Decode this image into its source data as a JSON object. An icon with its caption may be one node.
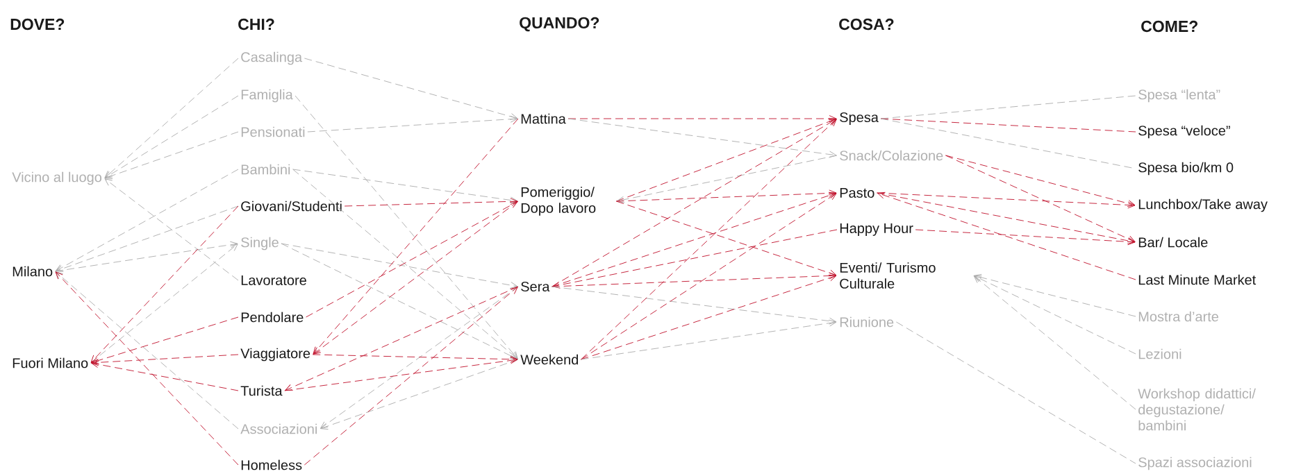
{
  "diagram": {
    "nodes": [
      {
        "text": [
          "Vicino al luogo"
        ]
      },
      {
        "text": [
          "Milano"
        ]
      },
      {
        "text": [
          "Fuori Milano"
        ]
      },
      {
        "text": [
          "Casalinga"
        ]
      },
      {
        "text": [
          "Famiglia"
        ]
      },
      {
        "text": [
          "Pensionati"
        ]
      },
      {
        "text": [
          "Bambini"
        ]
      },
      {
        "text": [
          "Giovani/Studenti"
        ]
      },
      {
        "text": [
          "Single"
        ]
      },
      {
        "text": [
          "Lavoratore"
        ]
      },
      {
        "text": [
          "Pendolare"
        ]
      },
      {
        "text": [
          "Viaggiatore"
        ]
      },
      {
        "text": [
          "Turista"
        ]
      },
      {
        "text": [
          "Associazioni"
        ]
      },
      {
        "text": [
          "Homeless"
        ]
      },
      {
        "text": [
          "Mattina"
        ]
      },
      {
        "text": [
          "Pomeriggio/ Dopo lavoro"
        ]
      },
      {
        "text": [
          "Sera"
        ]
      },
      {
        "text": [
          "Weekend"
        ]
      },
      {
        "text": [
          "Spesa"
        ]
      },
      {
        "text": [
          "Snack/Colazione"
        ]
      },
      {
        "text": [
          "Pasto"
        ]
      },
      {
        "text": [
          "Happy Hour"
        ]
      },
      {
        "text": [
          "Eventi/ Turismo Culturale"
        ]
      },
      {
        "text": [
          "Riunione"
        ]
      },
      {
        "text": [
          "Spesa “lenta”"
        ]
      },
      {
        "text": [
          "Spesa “veloce”"
        ]
      },
      {
        "text": [
          "Spesa bio/km 0"
        ]
      },
      {
        "text": [
          "Lunchbox/Take away"
        ]
      },
      {
        "text": [
          "Bar/ Locale"
        ]
      },
      {
        "text": [
          "Last Minute Market"
        ]
      },
      {
        "text": [
          "Mostra d’arte"
        ]
      },
      {
        "text": [
          "Lezioni"
        ]
      },
      {
        "text": [
          "Workshop didattici/ degustazione/ bambini"
        ]
      },
      {
        "text": [
          "Spazi associazioni"
        ]
      }
    ],
    "edges": [
      {
        "from": 3,
        "to": 0,
        "arrow": "to",
        "color": "#aaaaaa"
      },
      {
        "from": 4,
        "to": 0,
        "arrow": "to",
        "color": "#aaaaaa"
      },
      {
        "from": 5,
        "to": 0,
        "arrow": "to",
        "color": "#aaaaaa"
      },
      {
        "from": 9,
        "to": 0,
        "arrow": "to",
        "color": "#aaaaaa"
      },
      {
        "from": 6,
        "to": 1,
        "arrow": "to",
        "color": "#aaaaaa"
      },
      {
        "from": 7,
        "to": 1,
        "arrow": "to",
        "color": "#aaaaaa"
      },
      {
        "from": 1,
        "to": 8,
        "arrow": "to",
        "color": "#aaaaaa"
      },
      {
        "from": 2,
        "to": 8,
        "arrow": "to",
        "color": "#aaaaaa"
      },
      {
        "from": 13,
        "to": 1,
        "arrow": "to",
        "color": "#aaaaaa"
      },
      {
        "from": 7,
        "to": 2,
        "arrow": "to"
      },
      {
        "from": 10,
        "to": 2,
        "arrow": "to"
      },
      {
        "from": 11,
        "to": 2,
        "arrow": "to"
      },
      {
        "from": 12,
        "to": 2,
        "arrow": "to"
      },
      {
        "from": 14,
        "to": 1,
        "arrow": "to"
      },
      {
        "from": 3,
        "to": 15,
        "arrow": "to",
        "color": "#aaaaaa"
      },
      {
        "from": 5,
        "to": 15,
        "arrow": "to",
        "color": "#aaaaaa"
      },
      {
        "from": 4,
        "to": 18,
        "arrow": "to",
        "color": "#aaaaaa"
      },
      {
        "from": 6,
        "to": 16,
        "arrow": "to",
        "color": "#aaaaaa"
      },
      {
        "from": 6,
        "to": 18,
        "arrow": "to",
        "color": "#aaaaaa"
      },
      {
        "from": 8,
        "to": 17,
        "arrow": "to",
        "color": "#aaaaaa"
      },
      {
        "from": 8,
        "to": 18,
        "arrow": "to",
        "color": "#aaaaaa"
      },
      {
        "from": 17,
        "to": 13,
        "arrow": "to",
        "color": "#aaaaaa"
      },
      {
        "from": 18,
        "to": 13,
        "arrow": "to",
        "color": "#aaaaaa"
      },
      {
        "from": 7,
        "to": 16,
        "arrow": "to"
      },
      {
        "from": 10,
        "to": 16,
        "arrow": "to"
      },
      {
        "from": 15,
        "to": 11,
        "arrow": "to"
      },
      {
        "from": 16,
        "to": 11,
        "arrow": "to"
      },
      {
        "from": 11,
        "to": 18,
        "arrow": "to"
      },
      {
        "from": 17,
        "to": 12,
        "arrow": "to"
      },
      {
        "from": 12,
        "to": 18,
        "arrow": "to"
      },
      {
        "from": 14,
        "to": 17,
        "arrow": "to"
      },
      {
        "from": 15,
        "to": 19,
        "arrow": "to"
      },
      {
        "from": 15,
        "to": 20,
        "arrow": "to",
        "color": "#aaaaaa"
      },
      {
        "from": 16,
        "to": 19,
        "arrow": "to"
      },
      {
        "from": 20,
        "to": 16,
        "arrow": "to",
        "color": "#aaaaaa"
      },
      {
        "from": 16,
        "to": 21,
        "arrow": "to"
      },
      {
        "from": 16,
        "to": 23,
        "arrow": "to"
      },
      {
        "from": 17,
        "to": 19,
        "arrow": "to"
      },
      {
        "from": 17,
        "to": 21,
        "arrow": "to"
      },
      {
        "from": 22,
        "to": 17,
        "arrow": "to"
      },
      {
        "from": 17,
        "to": 23,
        "arrow": "to"
      },
      {
        "from": 17,
        "to": 24,
        "arrow": "to",
        "color": "#aaaaaa"
      },
      {
        "from": 18,
        "to": 19,
        "arrow": "to"
      },
      {
        "from": 18,
        "to": 21,
        "arrow": "to"
      },
      {
        "from": 18,
        "to": 23,
        "arrow": "to"
      },
      {
        "from": 18,
        "to": 24,
        "arrow": "to",
        "color": "#aaaaaa"
      },
      {
        "from": 19,
        "to": 25,
        "arrow": "none",
        "color": "#aaaaaa"
      },
      {
        "from": 19,
        "to": 26,
        "arrow": "none"
      },
      {
        "from": 19,
        "to": 27,
        "arrow": "none",
        "color": "#aaaaaa"
      },
      {
        "from": 20,
        "to": 28,
        "arrow": "to"
      },
      {
        "from": 20,
        "to": 29,
        "arrow": "to"
      },
      {
        "from": 21,
        "to": 28,
        "arrow": "to"
      },
      {
        "from": 21,
        "to": 29,
        "arrow": "to"
      },
      {
        "from": 30,
        "to": 21,
        "arrow": "to"
      },
      {
        "from": 22,
        "to": 29,
        "arrow": "to"
      },
      {
        "from": 31,
        "to": 23,
        "arrow": "to",
        "color": "#aaaaaa"
      },
      {
        "from": 32,
        "to": 23,
        "arrow": "to",
        "color": "#aaaaaa"
      },
      {
        "from": 33,
        "to": 23,
        "arrow": "to",
        "color": "#aaaaaa"
      },
      {
        "from": 24,
        "to": 34,
        "arrow": "none",
        "color": "#aaaaaa"
      }
    ],
    "labels": [
      "DOVE?",
      "CHI?",
      "QUANDO?",
      "COSA?",
      "COME?"
    ]
  }
}
